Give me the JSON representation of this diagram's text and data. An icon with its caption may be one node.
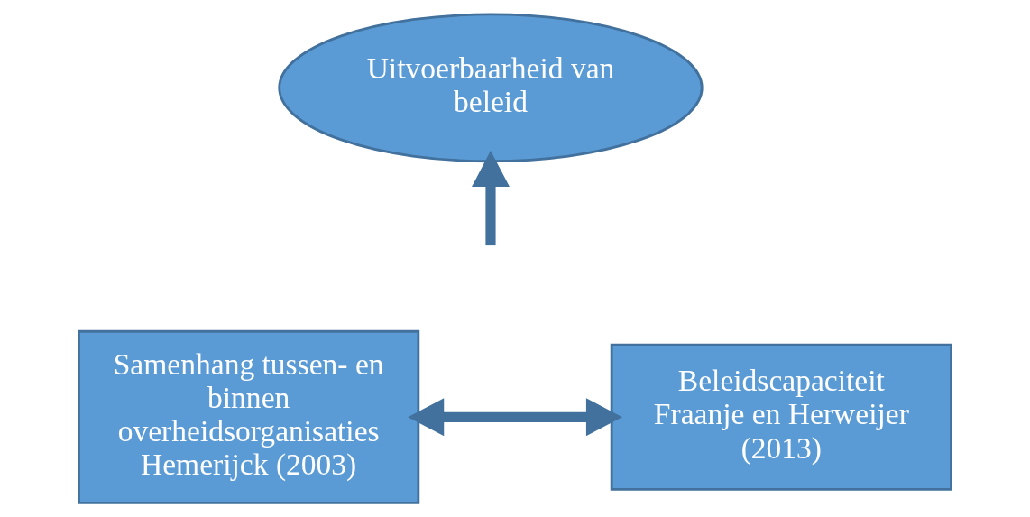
{
  "diagram": {
    "nodes": [
      {
        "text": [
          "Uitvoerbaarheid van beleid"
        ]
      },
      {
        "text": [
          "Samenhang tussen- en binnen overheidsorganisaties Hemerijck (2003)"
        ]
      },
      {
        "text": [
          "Beleidscapaciteit Fraanje en Herweijer (2013)"
        ]
      }
    ],
    "edges": [
      {
        "from": 1,
        "to": 2,
        "arrow": "both"
      },
      {
        "from": null,
        "to": 0,
        "arrow": "to"
      }
    ]
  }
}
